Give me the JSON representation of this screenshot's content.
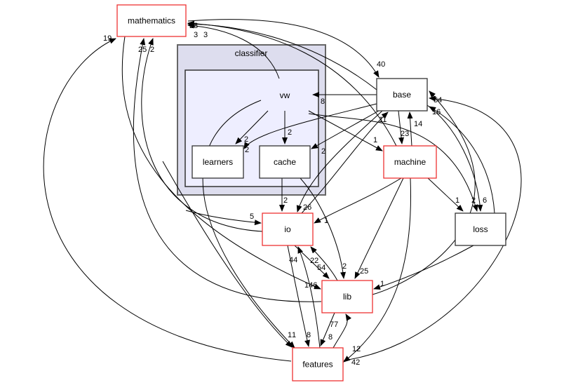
{
  "clusters": {
    "outer": {
      "label": "classifier",
      "fill": "#ddddee"
    },
    "inner": {
      "label": "vw",
      "fill": "#eeeeff"
    }
  },
  "nodes": [
    {
      "id": "mathematics",
      "label": "mathematics",
      "border": "#ff0000"
    },
    {
      "id": "learners",
      "label": "learners",
      "border": "#000000"
    },
    {
      "id": "cache",
      "label": "cache",
      "border": "#000000"
    },
    {
      "id": "base",
      "label": "base",
      "border": "#000000"
    },
    {
      "id": "machine",
      "label": "machine",
      "border": "#ff0000"
    },
    {
      "id": "io",
      "label": "io",
      "border": "#ff0000"
    },
    {
      "id": "loss",
      "label": "loss",
      "border": "#000000"
    },
    {
      "id": "lib",
      "label": "lib",
      "border": "#ff0000"
    },
    {
      "id": "features",
      "label": "features",
      "border": "#ff0000"
    }
  ],
  "edges": [
    {
      "from": "vw",
      "to": "mathematics",
      "label": "3"
    },
    {
      "from": "vw",
      "to": "learners",
      "label": "2"
    },
    {
      "from": "vw",
      "to": "cache",
      "label": "2"
    },
    {
      "from": "vw",
      "to": "machine",
      "label": "1"
    },
    {
      "from": "vw",
      "to": "loss",
      "label": "2"
    },
    {
      "from": "vw",
      "to": "features",
      "label": "1"
    },
    {
      "from": "base",
      "to": "vw",
      "label": "8"
    },
    {
      "from": "base",
      "to": "mathematics",
      "label": "28"
    },
    {
      "from": "mathematics",
      "to": "base",
      "label": "40"
    },
    {
      "from": "base",
      "to": "learners",
      "label": "2"
    },
    {
      "from": "base",
      "to": "cache",
      "label": "2"
    },
    {
      "from": "base",
      "to": "machine",
      "label": "23"
    },
    {
      "from": "machine",
      "to": "base",
      "label": "14"
    },
    {
      "from": "base",
      "to": "io",
      "label": "26"
    },
    {
      "from": "io",
      "to": "base",
      "label": "11"
    },
    {
      "from": "base",
      "to": "loss",
      "label": "6"
    },
    {
      "from": "loss",
      "to": "base",
      "label": "16"
    },
    {
      "from": "cache",
      "to": "io",
      "label": "2"
    },
    {
      "from": "cache",
      "to": "lib",
      "label": "2"
    },
    {
      "from": "machine",
      "to": "io",
      "label": "1"
    },
    {
      "from": "machine",
      "to": "lib",
      "label": "25"
    },
    {
      "from": "machine",
      "to": "loss",
      "label": "1"
    },
    {
      "from": "machine",
      "to": "features",
      "label": "12"
    },
    {
      "from": "loss",
      "to": "lib",
      "label": "1"
    },
    {
      "from": "lib",
      "to": "base",
      "label": "54"
    },
    {
      "from": "io",
      "to": "lib",
      "label": "54"
    },
    {
      "from": "lib",
      "to": "io",
      "label": "22"
    },
    {
      "from": "io",
      "to": "features",
      "label": "8"
    },
    {
      "from": "features",
      "to": "io",
      "label": "44"
    },
    {
      "from": "lib",
      "to": "features",
      "label": "8"
    },
    {
      "from": "features",
      "to": "lib",
      "label": "77"
    },
    {
      "from": "mathematics",
      "to": "io",
      "label": "5"
    },
    {
      "from": "mathematics",
      "to": "lib",
      "label": "146"
    },
    {
      "from": "mathematics",
      "to": "features",
      "label": "1"
    },
    {
      "from": "features",
      "to": "mathematics",
      "label": "19"
    },
    {
      "from": "io",
      "to": "mathematics",
      "label": "2"
    },
    {
      "from": "lib",
      "to": "mathematics",
      "label": "25"
    },
    {
      "from": "features",
      "to": "base",
      "label": "42"
    },
    {
      "from": "machine",
      "to": "mathematics",
      "label": "3"
    }
  ]
}
